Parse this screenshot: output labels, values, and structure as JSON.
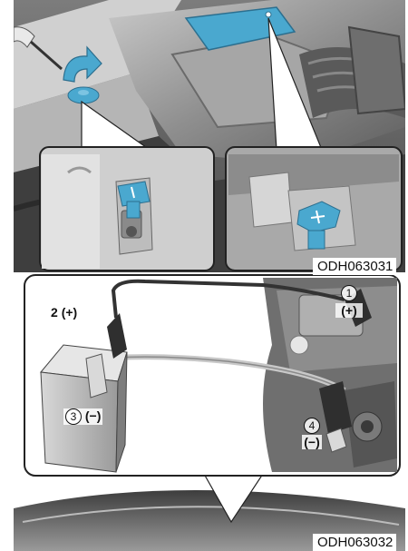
{
  "figure_top": {
    "code": "ODH063031"
  },
  "figure_bottom": {
    "code": "ODH063032",
    "labels": {
      "n1": "1",
      "n1_sign": "(+)",
      "n2": "2",
      "n2_sign": "(+)",
      "n3": "3",
      "n3_sign": "(−)",
      "n4": "4",
      "n4_sign": "(−)"
    }
  },
  "colors": {
    "highlight_blue": "#4aa8cf",
    "engine_gray": "#9a9a9a",
    "frame_dark": "#2a2a2a"
  }
}
